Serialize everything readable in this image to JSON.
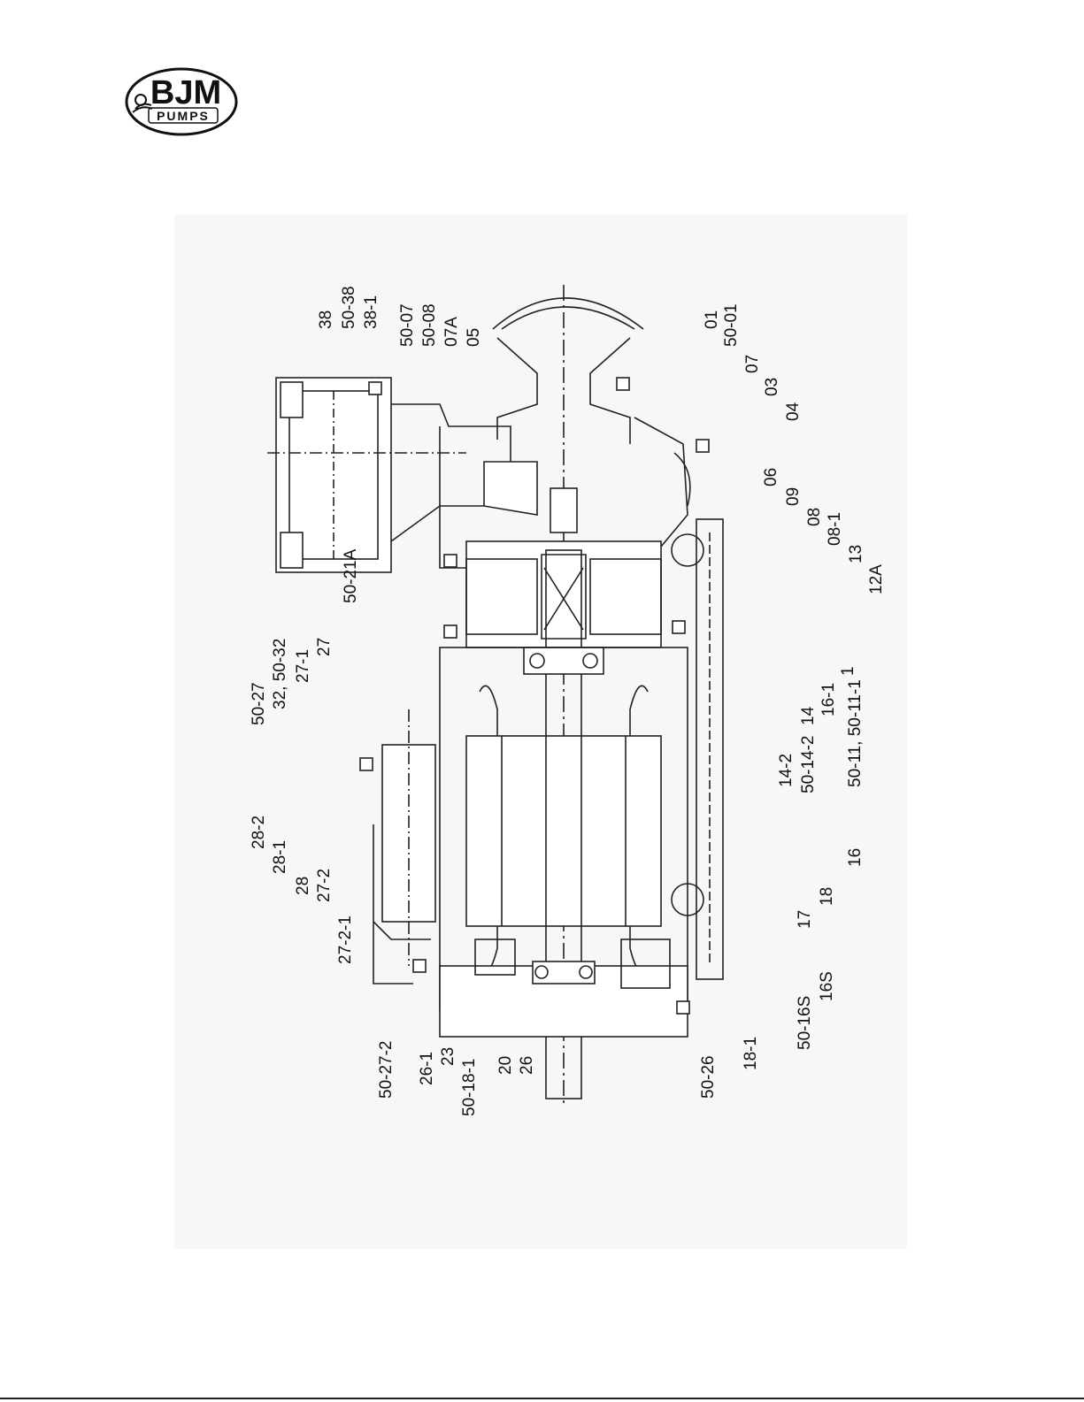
{
  "logo": {
    "line1": "BJM",
    "line2": "PUMPS"
  },
  "callouts_top": [
    "38",
    "50-38",
    "38-1",
    "50-07",
    "50-08",
    "07A",
    "05"
  ],
  "callouts_right": [
    "01",
    "50-01",
    "07",
    "03",
    "04",
    "06",
    "09",
    "08",
    "08-1",
    "13",
    "12A",
    "1",
    "16-1",
    "14",
    "50-11, 50-11-1",
    "50-14-2",
    "14-2",
    "16",
    "18",
    "17",
    "16S",
    "50-16S"
  ],
  "callouts_left": [
    "50-21A",
    "50-27",
    "32, 50-32",
    "27-1",
    "27",
    "28-2",
    "28-1",
    "28",
    "27-2",
    "27-2-1"
  ],
  "callouts_bottom": [
    "50-27-2",
    "26-1",
    "23",
    "50-18-1",
    "20",
    "26",
    "50-26",
    "18-1"
  ]
}
